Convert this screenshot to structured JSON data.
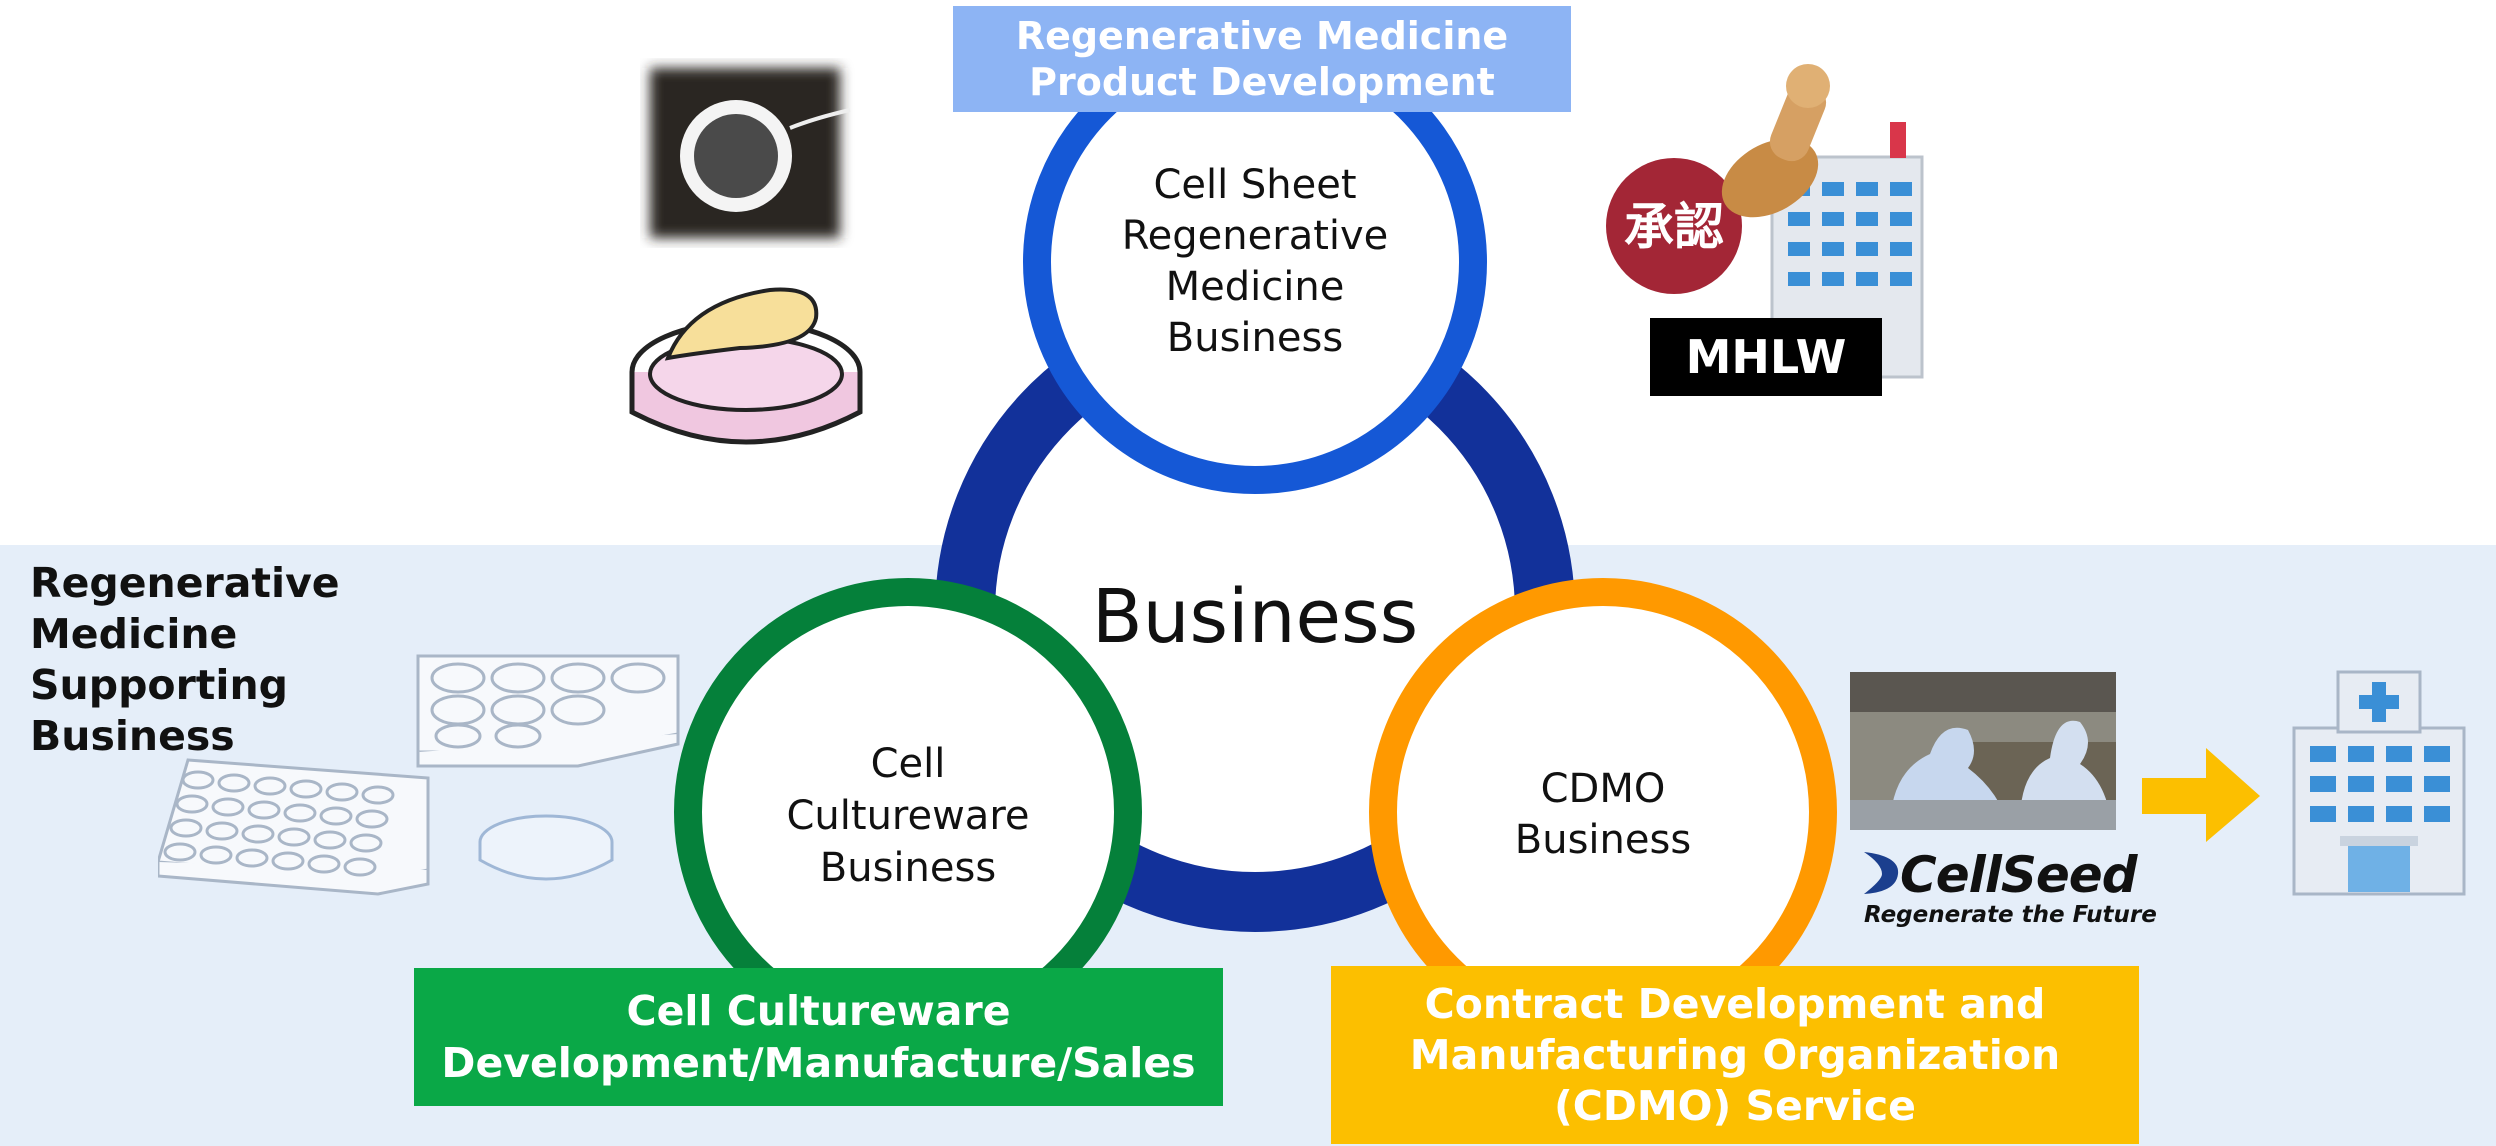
{
  "center": {
    "title": "Business"
  },
  "top_circle": {
    "lines": [
      "Cell Sheet",
      "Regenerative",
      "Medicine",
      "Business"
    ]
  },
  "left_circle": {
    "lines": [
      "Cell",
      "Cultureware",
      "Business"
    ]
  },
  "right_circle": {
    "lines": [
      "CDMO",
      "Business"
    ]
  },
  "top_label": {
    "lines": [
      "Regenerative Medicine",
      "Product Development"
    ],
    "color": "#8db4f4"
  },
  "left_label": {
    "lines": [
      "Cell Cultureware",
      "Development/Manufacture/Sales"
    ],
    "color": "#0aa847"
  },
  "right_label": {
    "lines": [
      "Contract Development and",
      "Manufacturing Organization",
      "(CDMO) Service"
    ],
    "color": "#fcbf00"
  },
  "side_title": {
    "lines": [
      "Regenerative",
      "Medicine",
      "Supporting",
      "Business"
    ]
  },
  "approval": {
    "stamp_text": "承認",
    "authority": "MHLW"
  },
  "brand": {
    "name": "CellSeed",
    "tagline": "Regenerate the Future"
  },
  "colors": {
    "blue": "#1558d6",
    "navy": "#12319a",
    "green": "#05803a",
    "orange": "#ff9900",
    "band": "#e5eef9"
  }
}
